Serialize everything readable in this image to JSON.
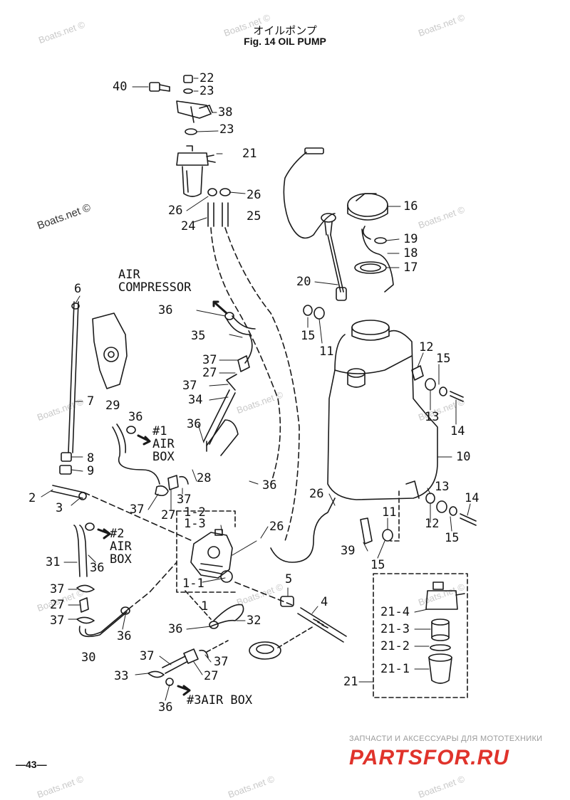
{
  "header": {
    "title_jp": "オイルポンプ",
    "title_en": "Fig. 14   OIL PUMP"
  },
  "watermark": {
    "text": "Boats.net ©"
  },
  "destinations": {
    "air_compressor": "AIR\nCOMPRESSOR",
    "air_box_1": "#1\nAIR\nBOX",
    "air_box_2": "#2\nAIR\nBOX",
    "air_box_3": "#3AIR BOX"
  },
  "callouts": {
    "c40": "40",
    "c22": "22",
    "c23a": "23",
    "c38": "38",
    "c23b": "23",
    "c21": "21",
    "c26a": "26",
    "c26b": "26",
    "c24": "24",
    "c25": "25",
    "c16": "16",
    "c19": "19",
    "c18": "18",
    "c17": "17",
    "c20": "20",
    "c15a": "15",
    "c11a": "11",
    "c12a": "12",
    "c15b": "15",
    "c13a": "13",
    "c14a": "14",
    "c10": "10",
    "c13b": "13",
    "c14b": "14",
    "c12b": "12",
    "c15c": "15",
    "c11b": "11",
    "c39": "39",
    "c15d": "15",
    "c26c": "26",
    "c26d": "26",
    "c6": "6",
    "c7": "7",
    "c8": "8",
    "c9": "9",
    "c2": "2",
    "c3": "3",
    "c36a": "36",
    "c35": "35",
    "c37a": "37",
    "c27a": "27",
    "c37b": "37",
    "c34": "34",
    "c36b": "36",
    "c29": "29",
    "c36c": "36",
    "c28": "28",
    "c36d": "36",
    "c37c": "37",
    "c27b": "27",
    "c37d": "37",
    "c1_2": "1-2",
    "c1_3": "1-3",
    "c1_1": "1-1",
    "c1": "1",
    "c5": "5",
    "c4": "4",
    "c31": "31",
    "c36e": "36",
    "c37e": "37",
    "c27c": "27",
    "c37f": "37",
    "c30": "30",
    "c36f": "36",
    "c36g": "36",
    "c32": "32",
    "c37g": "37",
    "c37h": "37",
    "c27d": "27",
    "c33": "33",
    "c36h": "36",
    "c21_4": "21-4",
    "c21_3": "21-3",
    "c21_2": "21-2",
    "c21_1": "21-1",
    "c21b": "21"
  },
  "footer": {
    "page_number": "—43—",
    "brand_caption": "ЗАПЧАСТИ И АКСЕССУАРЫ ДЛЯ МОТОТЕХНИКИ",
    "brand_logo": "PARTSFOR.RU"
  },
  "colors": {
    "line": "#1a1a1a",
    "watermark": "#c8c8c8",
    "brand_red": "#e0332b"
  }
}
